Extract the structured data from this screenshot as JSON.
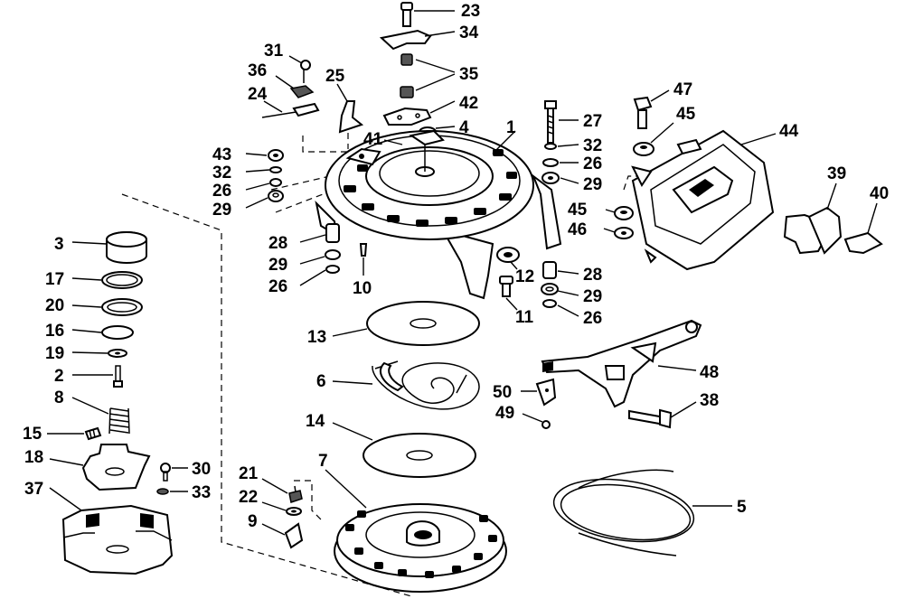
{
  "diagram": {
    "colors": {
      "ink": "#000000",
      "paper": "#ffffff"
    },
    "callouts": [
      {
        "id": "l23",
        "text": "23"
      },
      {
        "id": "l34",
        "text": "34"
      },
      {
        "id": "l35",
        "text": "35"
      },
      {
        "id": "l31",
        "text": "31"
      },
      {
        "id": "l36",
        "text": "36"
      },
      {
        "id": "l25",
        "text": "25"
      },
      {
        "id": "l24",
        "text": "24"
      },
      {
        "id": "l42",
        "text": "42"
      },
      {
        "id": "l4",
        "text": "4"
      },
      {
        "id": "l1",
        "text": "1"
      },
      {
        "id": "l41",
        "text": "41"
      },
      {
        "id": "l47",
        "text": "47"
      },
      {
        "id": "l27",
        "text": "27"
      },
      {
        "id": "l45a",
        "text": "45"
      },
      {
        "id": "l44",
        "text": "44"
      },
      {
        "id": "l43",
        "text": "43"
      },
      {
        "id": "l32a",
        "text": "32"
      },
      {
        "id": "l26a",
        "text": "26"
      },
      {
        "id": "l29a",
        "text": "29"
      },
      {
        "id": "l32b",
        "text": "32"
      },
      {
        "id": "l26b",
        "text": "26"
      },
      {
        "id": "l29b",
        "text": "29"
      },
      {
        "id": "l39",
        "text": "39"
      },
      {
        "id": "l40",
        "text": "40"
      },
      {
        "id": "l45b",
        "text": "45"
      },
      {
        "id": "l46",
        "text": "46"
      },
      {
        "id": "l3",
        "text": "3"
      },
      {
        "id": "l28a",
        "text": "28"
      },
      {
        "id": "l29c",
        "text": "29"
      },
      {
        "id": "l26c",
        "text": "26"
      },
      {
        "id": "l10",
        "text": "10"
      },
      {
        "id": "l12",
        "text": "12"
      },
      {
        "id": "l28b",
        "text": "28"
      },
      {
        "id": "l29d",
        "text": "29"
      },
      {
        "id": "l11",
        "text": "11"
      },
      {
        "id": "l26d",
        "text": "26"
      },
      {
        "id": "l17",
        "text": "17"
      },
      {
        "id": "l20",
        "text": "20"
      },
      {
        "id": "l16",
        "text": "16"
      },
      {
        "id": "l19",
        "text": "19"
      },
      {
        "id": "l2",
        "text": "2"
      },
      {
        "id": "l13",
        "text": "13"
      },
      {
        "id": "l6",
        "text": "6"
      },
      {
        "id": "l48",
        "text": "48"
      },
      {
        "id": "l50",
        "text": "50"
      },
      {
        "id": "l49",
        "text": "49"
      },
      {
        "id": "l38",
        "text": "38"
      },
      {
        "id": "l8",
        "text": "8"
      },
      {
        "id": "l15",
        "text": "15"
      },
      {
        "id": "l14",
        "text": "14"
      },
      {
        "id": "l18",
        "text": "18"
      },
      {
        "id": "l30",
        "text": "30"
      },
      {
        "id": "l21",
        "text": "21"
      },
      {
        "id": "l7",
        "text": "7"
      },
      {
        "id": "l37",
        "text": "37"
      },
      {
        "id": "l33",
        "text": "33"
      },
      {
        "id": "l22",
        "text": "22"
      },
      {
        "id": "l9",
        "text": "9"
      },
      {
        "id": "l5",
        "text": "5"
      }
    ]
  }
}
